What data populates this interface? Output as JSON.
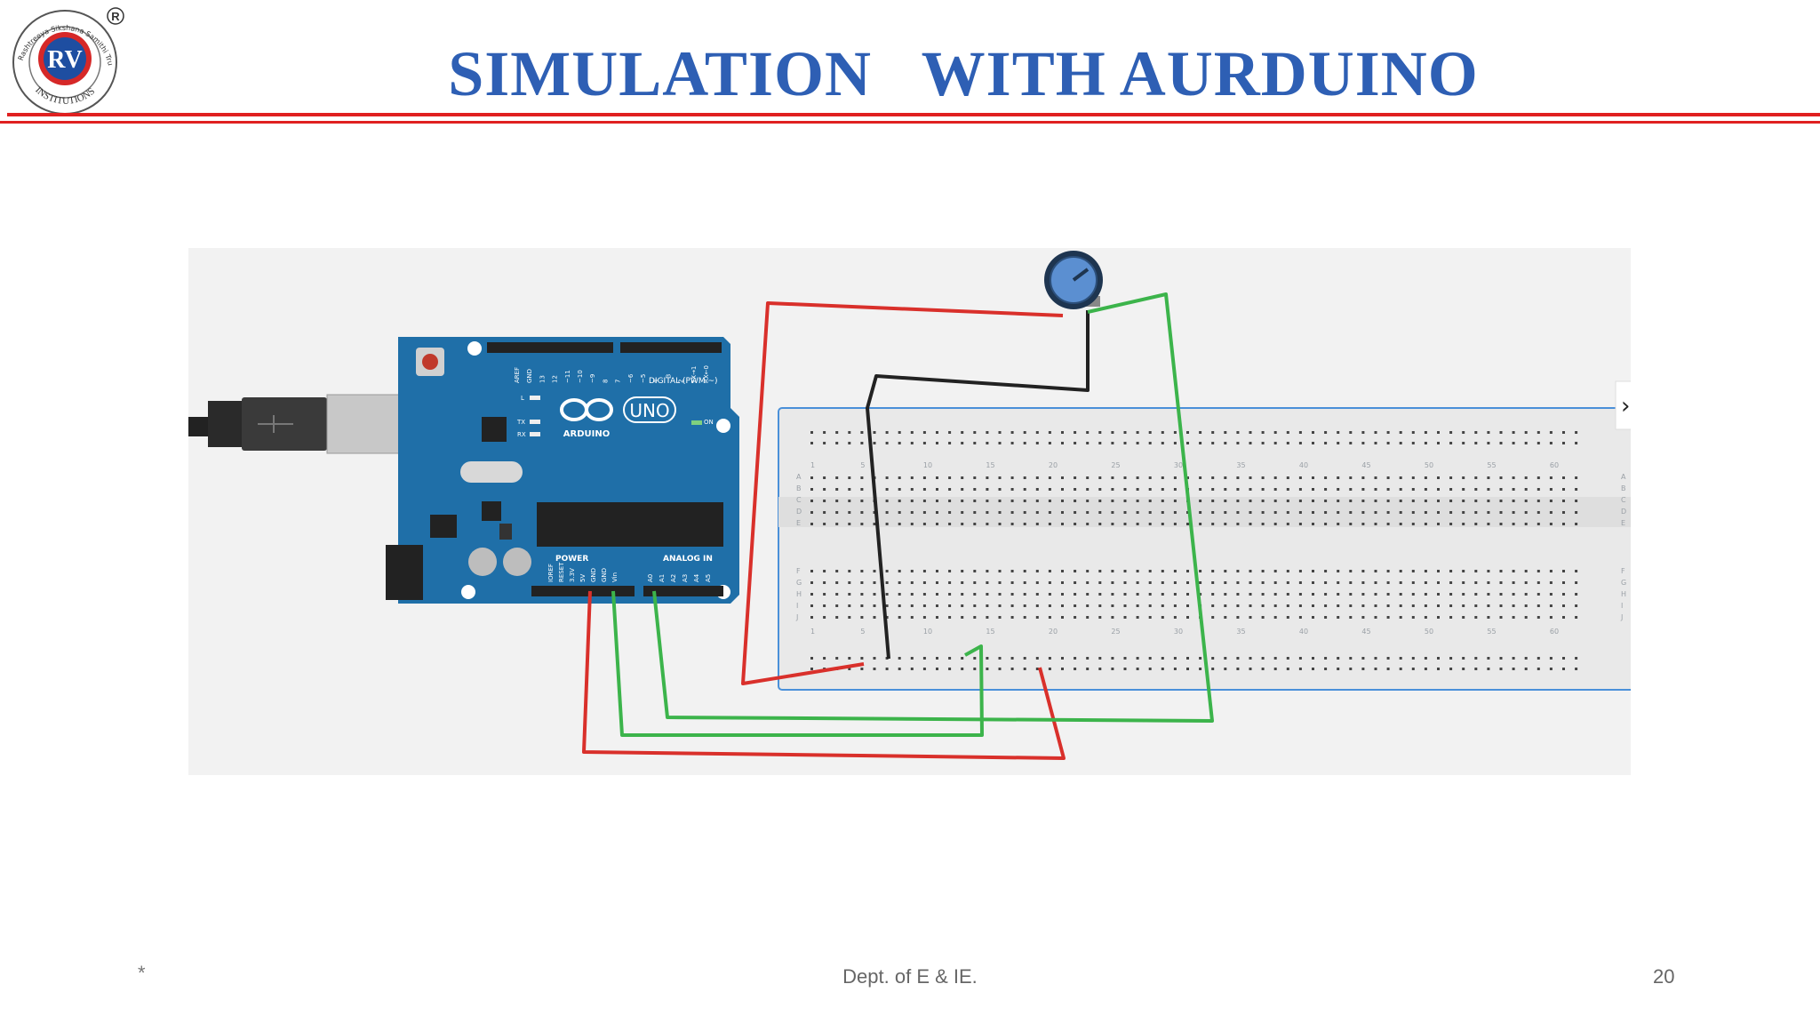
{
  "slide": {
    "title": "SIMULATION   WITH AURDUINO",
    "footer_left": "*",
    "footer_center": "Dept. of E & IE.",
    "page_number": "20"
  },
  "logo": {
    "letters": "RV",
    "ring_text": "Rashtreeya Sikshana Samithi Trust",
    "bottom_text": "INSTITUTIONS",
    "registered_mark": "R"
  },
  "arduino": {
    "brand": "ARDUINO",
    "model": "UNO",
    "digital_label": "DIGITAL (PWM ~)",
    "power_label": "POWER",
    "analog_label": "ANALOG IN",
    "on_label": "ON",
    "l_label": "L",
    "tx_label": "TX",
    "rx_label": "RX",
    "digital_pins": [
      "AREF",
      "GND",
      "13",
      "12",
      "~11",
      "~10",
      "~9",
      "8",
      "7",
      "~6",
      "~5",
      "4",
      "~3",
      "2",
      "TX→1",
      "RX←0"
    ],
    "power_pins": [
      "IOREF",
      "RESET",
      "3.3V",
      "5V",
      "GND",
      "GND",
      "Vin"
    ],
    "analog_pins": [
      "A0",
      "A1",
      "A2",
      "A3",
      "A4",
      "A5"
    ]
  },
  "breadboard": {
    "column_numbers": [
      "1",
      "5",
      "10",
      "15",
      "20",
      "25",
      "30",
      "35",
      "40",
      "45",
      "50",
      "55",
      "60"
    ],
    "row_letters_top": [
      "A",
      "B",
      "C",
      "D",
      "E"
    ],
    "row_letters_bottom": [
      "F",
      "G",
      "H",
      "I",
      "J"
    ]
  },
  "colors": {
    "title": "#2e5fb4",
    "rule": "#e02020",
    "wire_red": "#d9302b",
    "wire_green": "#3cb44b",
    "wire_black": "#222222",
    "arduino_blue": "#1f6fa8"
  }
}
